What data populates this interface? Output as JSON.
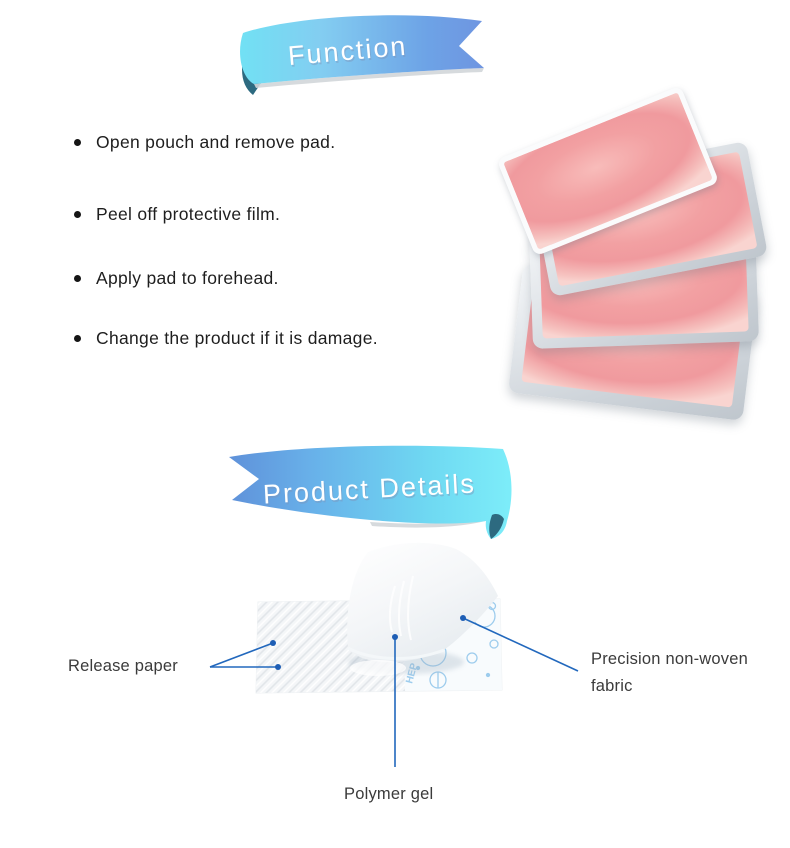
{
  "function_section": {
    "banner_label": "Function",
    "bullets": [
      "Open pouch and remove pad.",
      "Peel off protective film.",
      "Apply pad to forehead.",
      "Change the product if it is damage."
    ]
  },
  "product_photo": {
    "alt": "Four pink cooling gel pads fanned in a stack"
  },
  "details_section": {
    "banner_label": "Product Details",
    "labels": {
      "release_paper": "Release paper",
      "non_woven_fabric": "Precision non-woven fabric",
      "polymer_gel": "Polymer gel"
    },
    "fabric_print_text": "HEP"
  },
  "colors": {
    "ribbon_cyan": "#74e6f6",
    "ribbon_blue": "#5e8ed8",
    "ribbon_fold_teal": "#2d6a80",
    "callout_line_blue": "#2268bd",
    "gel_pink": "#f2a0a2",
    "fabric_print_blue": "#8ec4ea",
    "text_dark": "#1e1e1e",
    "label_gray": "#3b3b3b"
  }
}
